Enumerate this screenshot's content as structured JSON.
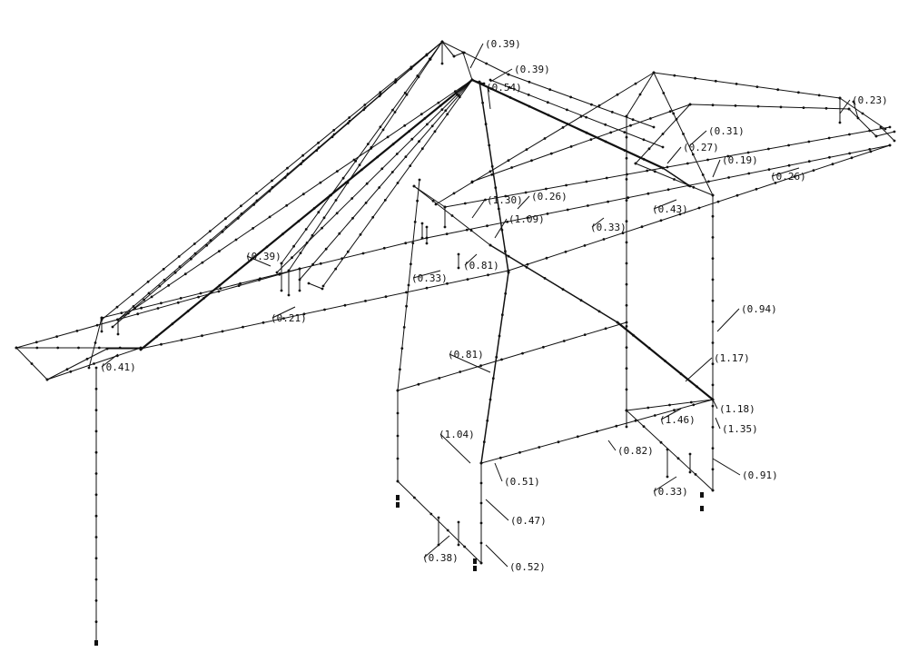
{
  "diagram": {
    "stress_labels": [
      "(0.39)",
      "(0.39)",
      "(0.54)",
      "(0.23)",
      "(0.31)",
      "(0.27)",
      "(0.19)",
      "(0.26)",
      "(1.30)",
      "(0.26)",
      "(1.09)",
      "(0.43)",
      "(0.33)",
      "(0.39)",
      "(0.81)",
      "(0.33)",
      "(0.21)",
      "(0.41)",
      "(0.94)",
      "(0.81)",
      "(1.17)",
      "(1.18)",
      "(1.46)",
      "(1.35)",
      "(1.04)",
      "(0.82)",
      "(0.51)",
      "(0.91)",
      "(0.33)",
      "(0.47)",
      "(0.38)",
      "(0.52)"
    ]
  }
}
